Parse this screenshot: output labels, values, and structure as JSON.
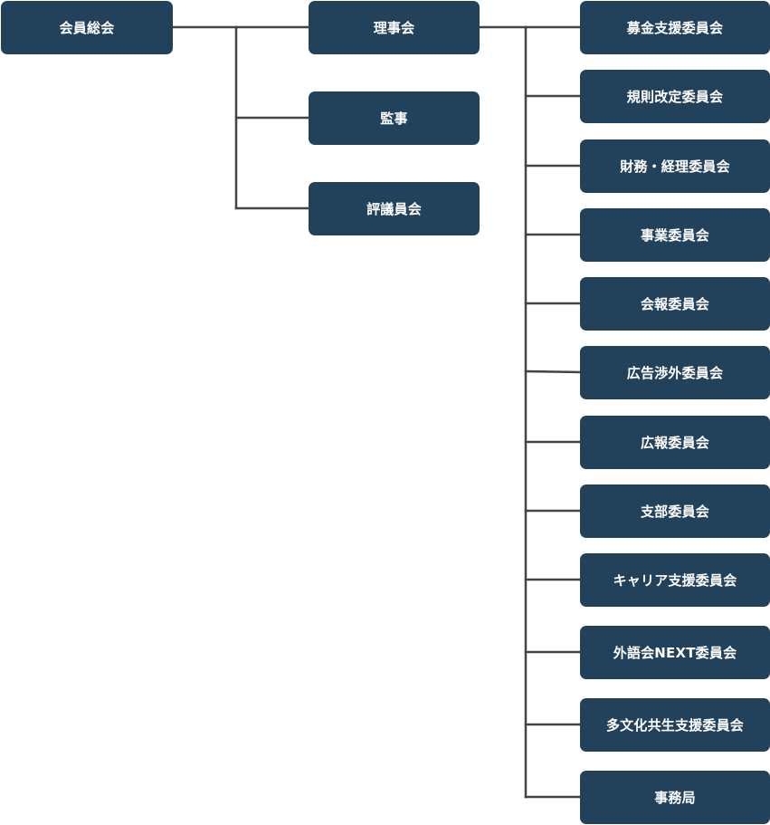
{
  "diagram": {
    "line_color": "#444444",
    "node_color": "#22425c",
    "text_color": "#ffffff",
    "root": {
      "id": "general",
      "label": "会員総会"
    },
    "level2": [
      {
        "id": "board",
        "label": "理事会"
      },
      {
        "id": "auditor",
        "label": "監事"
      },
      {
        "id": "council",
        "label": "評議員会"
      }
    ],
    "committees": [
      {
        "id": "fundraising",
        "label": "募金支援委員会"
      },
      {
        "id": "rules",
        "label": "規則改定委員会"
      },
      {
        "id": "finance",
        "label": "財務・経理委員会"
      },
      {
        "id": "business",
        "label": "事業委員会"
      },
      {
        "id": "bulletin",
        "label": "会報委員会"
      },
      {
        "id": "advertising",
        "label": "広告渉外委員会"
      },
      {
        "id": "pr",
        "label": "広報委員会"
      },
      {
        "id": "branch",
        "label": "支部委員会"
      },
      {
        "id": "career",
        "label": "キャリア支援委員会"
      },
      {
        "id": "next",
        "label": "外語会NEXT委員会"
      },
      {
        "id": "multicultural",
        "label": "多文化共生支援委員会"
      },
      {
        "id": "secretariat",
        "label": "事務局"
      }
    ]
  }
}
